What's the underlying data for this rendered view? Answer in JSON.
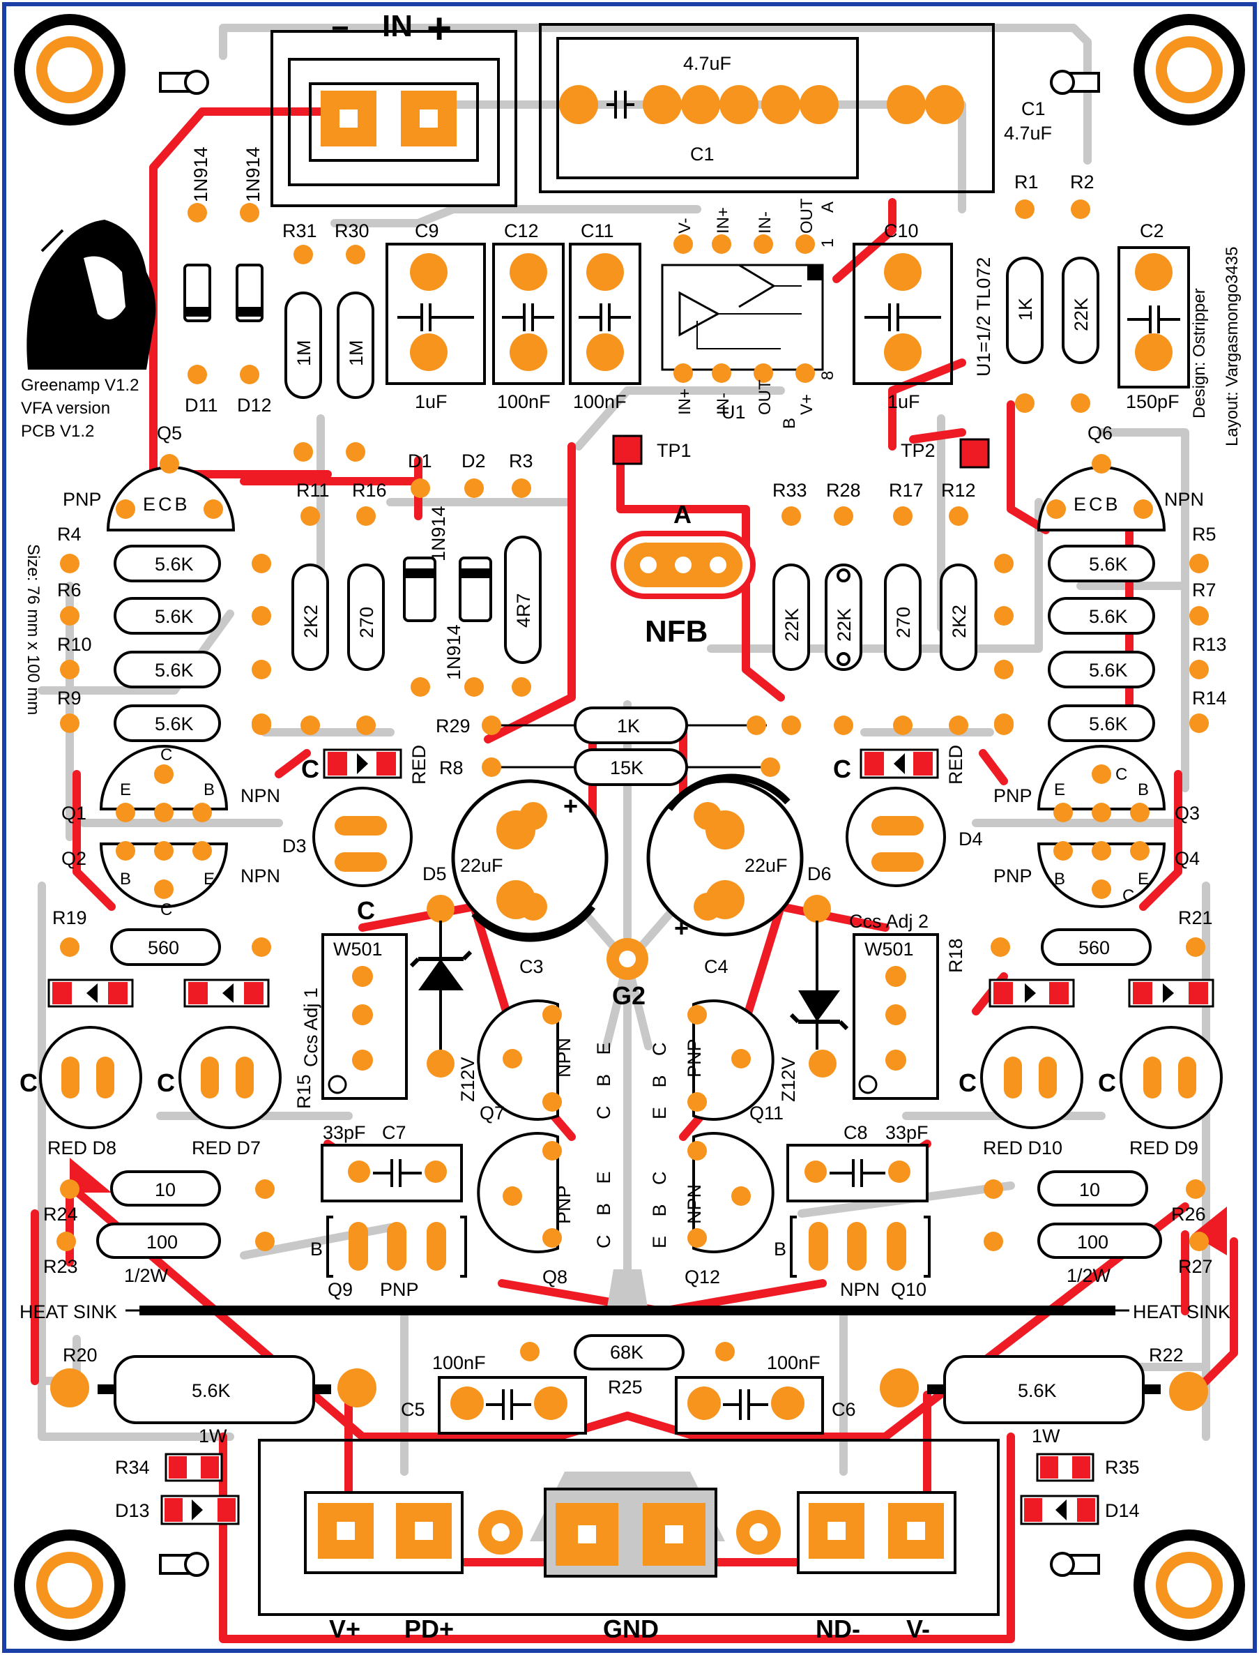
{
  "board": {
    "title": "Greenamp V1.2",
    "subtitle": "VFA version",
    "pcb_version": "PCB V1.2",
    "size": "Size: 76 mm x 100 mm",
    "layout_credit": "Layout: Vargasmongo3435",
    "design_credit": "Design: Ostripper",
    "opamp_note": "U1=1/2 TL072"
  },
  "colors": {
    "trace_top": "#ee1b24",
    "trace_bottom": "#c8c8c8",
    "pad": "#f7941d",
    "outline": "#000000",
    "border": "#1a3fa6"
  },
  "connectors": {
    "in": "IN",
    "in_minus": "−",
    "in_plus": "+",
    "nfb": "NFB",
    "nfb_pin": "A",
    "g2": "G2",
    "heat_sink_left": "HEAT SINK",
    "heat_sink_right": "HEAT SINK",
    "out_vplus": "V+",
    "out_pdplus": "PD+",
    "out_gnd": "GND",
    "out_ndminus": "ND-",
    "out_vminus": "V-"
  },
  "u1": {
    "ref": "U1",
    "pins_top": [
      "V-",
      "IN+",
      "IN-",
      "OUT"
    ],
    "pins_bottom": [
      "IN+",
      "IN-",
      "OUT",
      "V+"
    ],
    "side_a": "A",
    "side_b": "B",
    "pin1": "1",
    "pin8": "8"
  },
  "testpoints": {
    "tp1": "TP1",
    "tp2": "TP2"
  },
  "capacitors": {
    "c1_ref": "C1",
    "c1_val": "4.7uF",
    "c1_side_ref": "C1",
    "c1_side_val": "4.7uF",
    "c2_ref": "C2",
    "c2_val": "150pF",
    "c3_ref": "C3",
    "c3_val": "22uF",
    "c4_ref": "C4",
    "c4_val": "22uF",
    "c5_ref": "C5",
    "c5_val": "100nF",
    "c6_ref": "C6",
    "c6_val": "100nF",
    "c7_ref": "C7",
    "c7_val": "33pF",
    "c8_ref": "C8",
    "c8_val": "33pF",
    "c9_ref": "C9",
    "c9_val": "1uF",
    "c10_ref": "C10",
    "c10_val": "1uF",
    "c11_ref": "C11",
    "c11_val": "100nF",
    "c12_ref": "C12",
    "c12_val": "100nF",
    "polarity_plus": "+"
  },
  "resistors": {
    "r1": "R1",
    "r1_val": "1K",
    "r2": "R2",
    "r2_val": "22K",
    "r3": "R3",
    "r3_val": "4R7",
    "r4": "R4",
    "r5": "R5",
    "r6": "R6",
    "r7": "R7",
    "r9": "R9",
    "r10": "R10",
    "r13": "R13",
    "r14": "R14",
    "r22_val": "5.6K",
    "r8": "R8",
    "r8_val": "15K",
    "r29": "R29",
    "r29_val": "1K",
    "r11": "R11",
    "r11_val": "2K2",
    "r12": "R12",
    "r12_val": "2K2",
    "r16": "R16",
    "r16_val": "270",
    "r17": "R17",
    "r17_val": "270",
    "r28": "R28",
    "r28_val": "22K",
    "r33": "R33",
    "r33_val": "22K",
    "r30": "R30",
    "r30_val": "1M",
    "r31": "R31",
    "r31_val": "1M",
    "r19": "R19",
    "r19_val": "560",
    "r21": "R21",
    "r21_val": "560",
    "r24": "R24",
    "r24_val": "10",
    "r26": "R26",
    "r26_val": "10",
    "r23": "R23",
    "r23_val": "100",
    "r23_watt": "1/2W",
    "r27": "R27",
    "r27_val": "100",
    "r27_watt": "1/2W",
    "r20": "R20",
    "r20_val": "5.6K",
    "r20_watt": "1W",
    "r22": "R22",
    "r22_watt": "1W",
    "r25": "R25",
    "r25_val": "68K",
    "r34": "R34",
    "r35": "R35",
    "r15": "R15",
    "r18": "R18",
    "trim_left": "Ccs Adj 1",
    "trim_right": "Ccs Adj 2",
    "trim_val": "W501"
  },
  "diodes": {
    "d1": "D1",
    "d2": "D2",
    "d1_val": "1N914",
    "d2_val": "1N914",
    "d11": "D11",
    "d12": "D12",
    "d11_val": "1N914",
    "d12_val": "1N914",
    "d3": "D3",
    "d4": "D4",
    "led": "RED",
    "led_c": "C",
    "d5": "D5",
    "d6": "D6",
    "zener": "Z12V",
    "d7": "RED D7",
    "d8": "RED D8",
    "d9": "RED D9",
    "d10": "RED D10",
    "d13": "D13",
    "d14": "D14"
  },
  "transistors": {
    "q1": "Q1",
    "q2": "Q2",
    "q3": "Q3",
    "q4": "Q4",
    "q5": "Q5",
    "q6": "Q6",
    "q7": "Q7",
    "q8": "Q8",
    "q9": "Q9",
    "q10": "Q10",
    "q11": "Q11",
    "q12": "Q12",
    "npn": "NPN",
    "pnp": "PNP",
    "ecb": "ECB",
    "e": "E",
    "b": "B",
    "c": "C",
    "cbe": "C B E",
    "ebc": "E B C"
  }
}
